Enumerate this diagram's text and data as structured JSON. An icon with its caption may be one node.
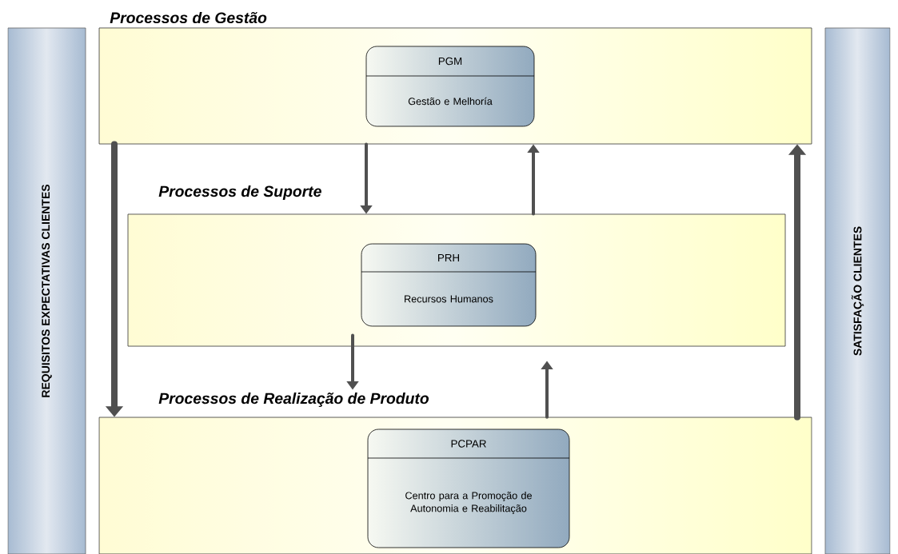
{
  "diagram": {
    "nodes": [
      {
        "text": [
          "REQUISITOS EXPECTATIVAS CLIENTES"
        ]
      },
      {
        "text": [
          "Processos de Gestão"
        ]
      },
      {
        "text": [
          "PGM",
          "Gestão e Melhoría"
        ],
        "in": 1
      },
      {
        "text": [
          "Processos de Suporte"
        ]
      },
      {
        "text": [
          "PRH",
          "Recursos Humanos"
        ],
        "in": 3
      },
      {
        "text": [
          "Processos de Realização de Produto"
        ]
      },
      {
        "text": [
          "PCPAR",
          "Centro para a Promoção de Autonomia e Reabilitação"
        ],
        "in": 5
      },
      {
        "text": [
          "SATISFAÇÃO CLIENTES"
        ]
      }
    ],
    "edges": [
      {
        "from": 1,
        "to": 5,
        "arrow": "to",
        "style": "thick"
      },
      {
        "from": 1,
        "to": 3,
        "arrow": "to"
      },
      {
        "from": 3,
        "to": 1,
        "arrow": "to"
      },
      {
        "from": 5,
        "to": 1,
        "arrow": "to",
        "style": "thick"
      },
      {
        "from": 3,
        "to": 5,
        "arrow": "to"
      },
      {
        "from": 5,
        "to": 3,
        "arrow": "to"
      }
    ]
  }
}
